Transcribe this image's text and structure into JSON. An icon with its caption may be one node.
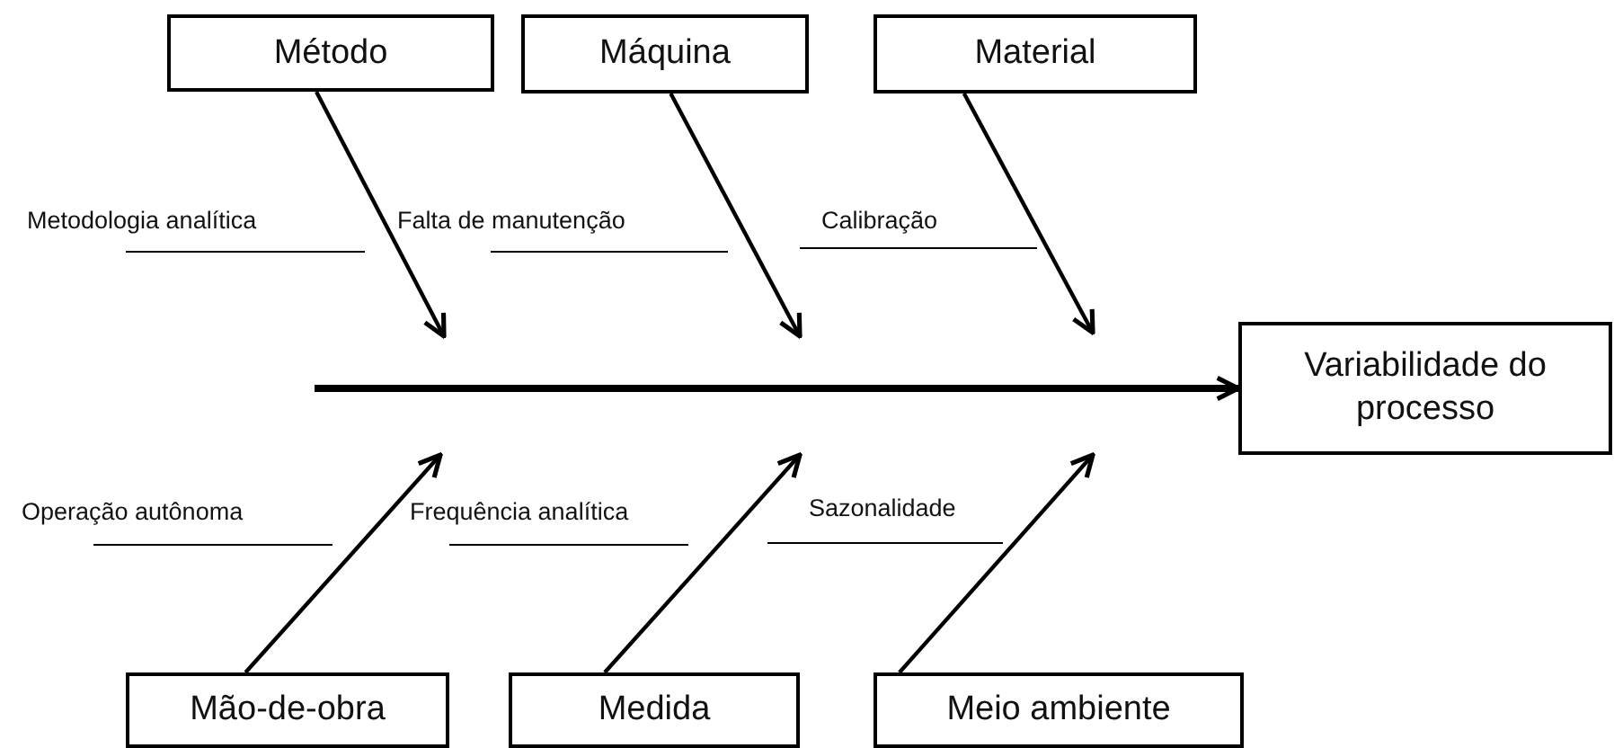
{
  "diagram": {
    "nodes": [
      {
        "text": [
          "Método"
        ]
      },
      {
        "text": [
          "Máquina"
        ]
      },
      {
        "text": [
          "Material"
        ]
      },
      {
        "text": [
          "Variabilidade do processo"
        ]
      },
      {
        "text": [
          "Mão-de-obra"
        ]
      },
      {
        "text": [
          "Medida"
        ]
      },
      {
        "text": [
          "Meio ambiente"
        ]
      }
    ],
    "edges": [
      {
        "from": 0,
        "to": null,
        "arrow": "to"
      },
      {
        "from": 1,
        "to": null,
        "arrow": "to"
      },
      {
        "from": 2,
        "to": null,
        "arrow": "to"
      },
      {
        "from": null,
        "to": 3,
        "arrow": "to",
        "style": "thick"
      },
      {
        "from": 4,
        "to": null,
        "arrow": "to"
      },
      {
        "from": 5,
        "to": null,
        "arrow": "to"
      },
      {
        "from": 6,
        "to": null,
        "arrow": "to"
      }
    ],
    "labels": [
      "Metodologia analítica",
      "Falta de manutenção",
      "Calibração",
      "Operação autônoma",
      "Frequência analítica",
      "Sazonalidade"
    ]
  }
}
